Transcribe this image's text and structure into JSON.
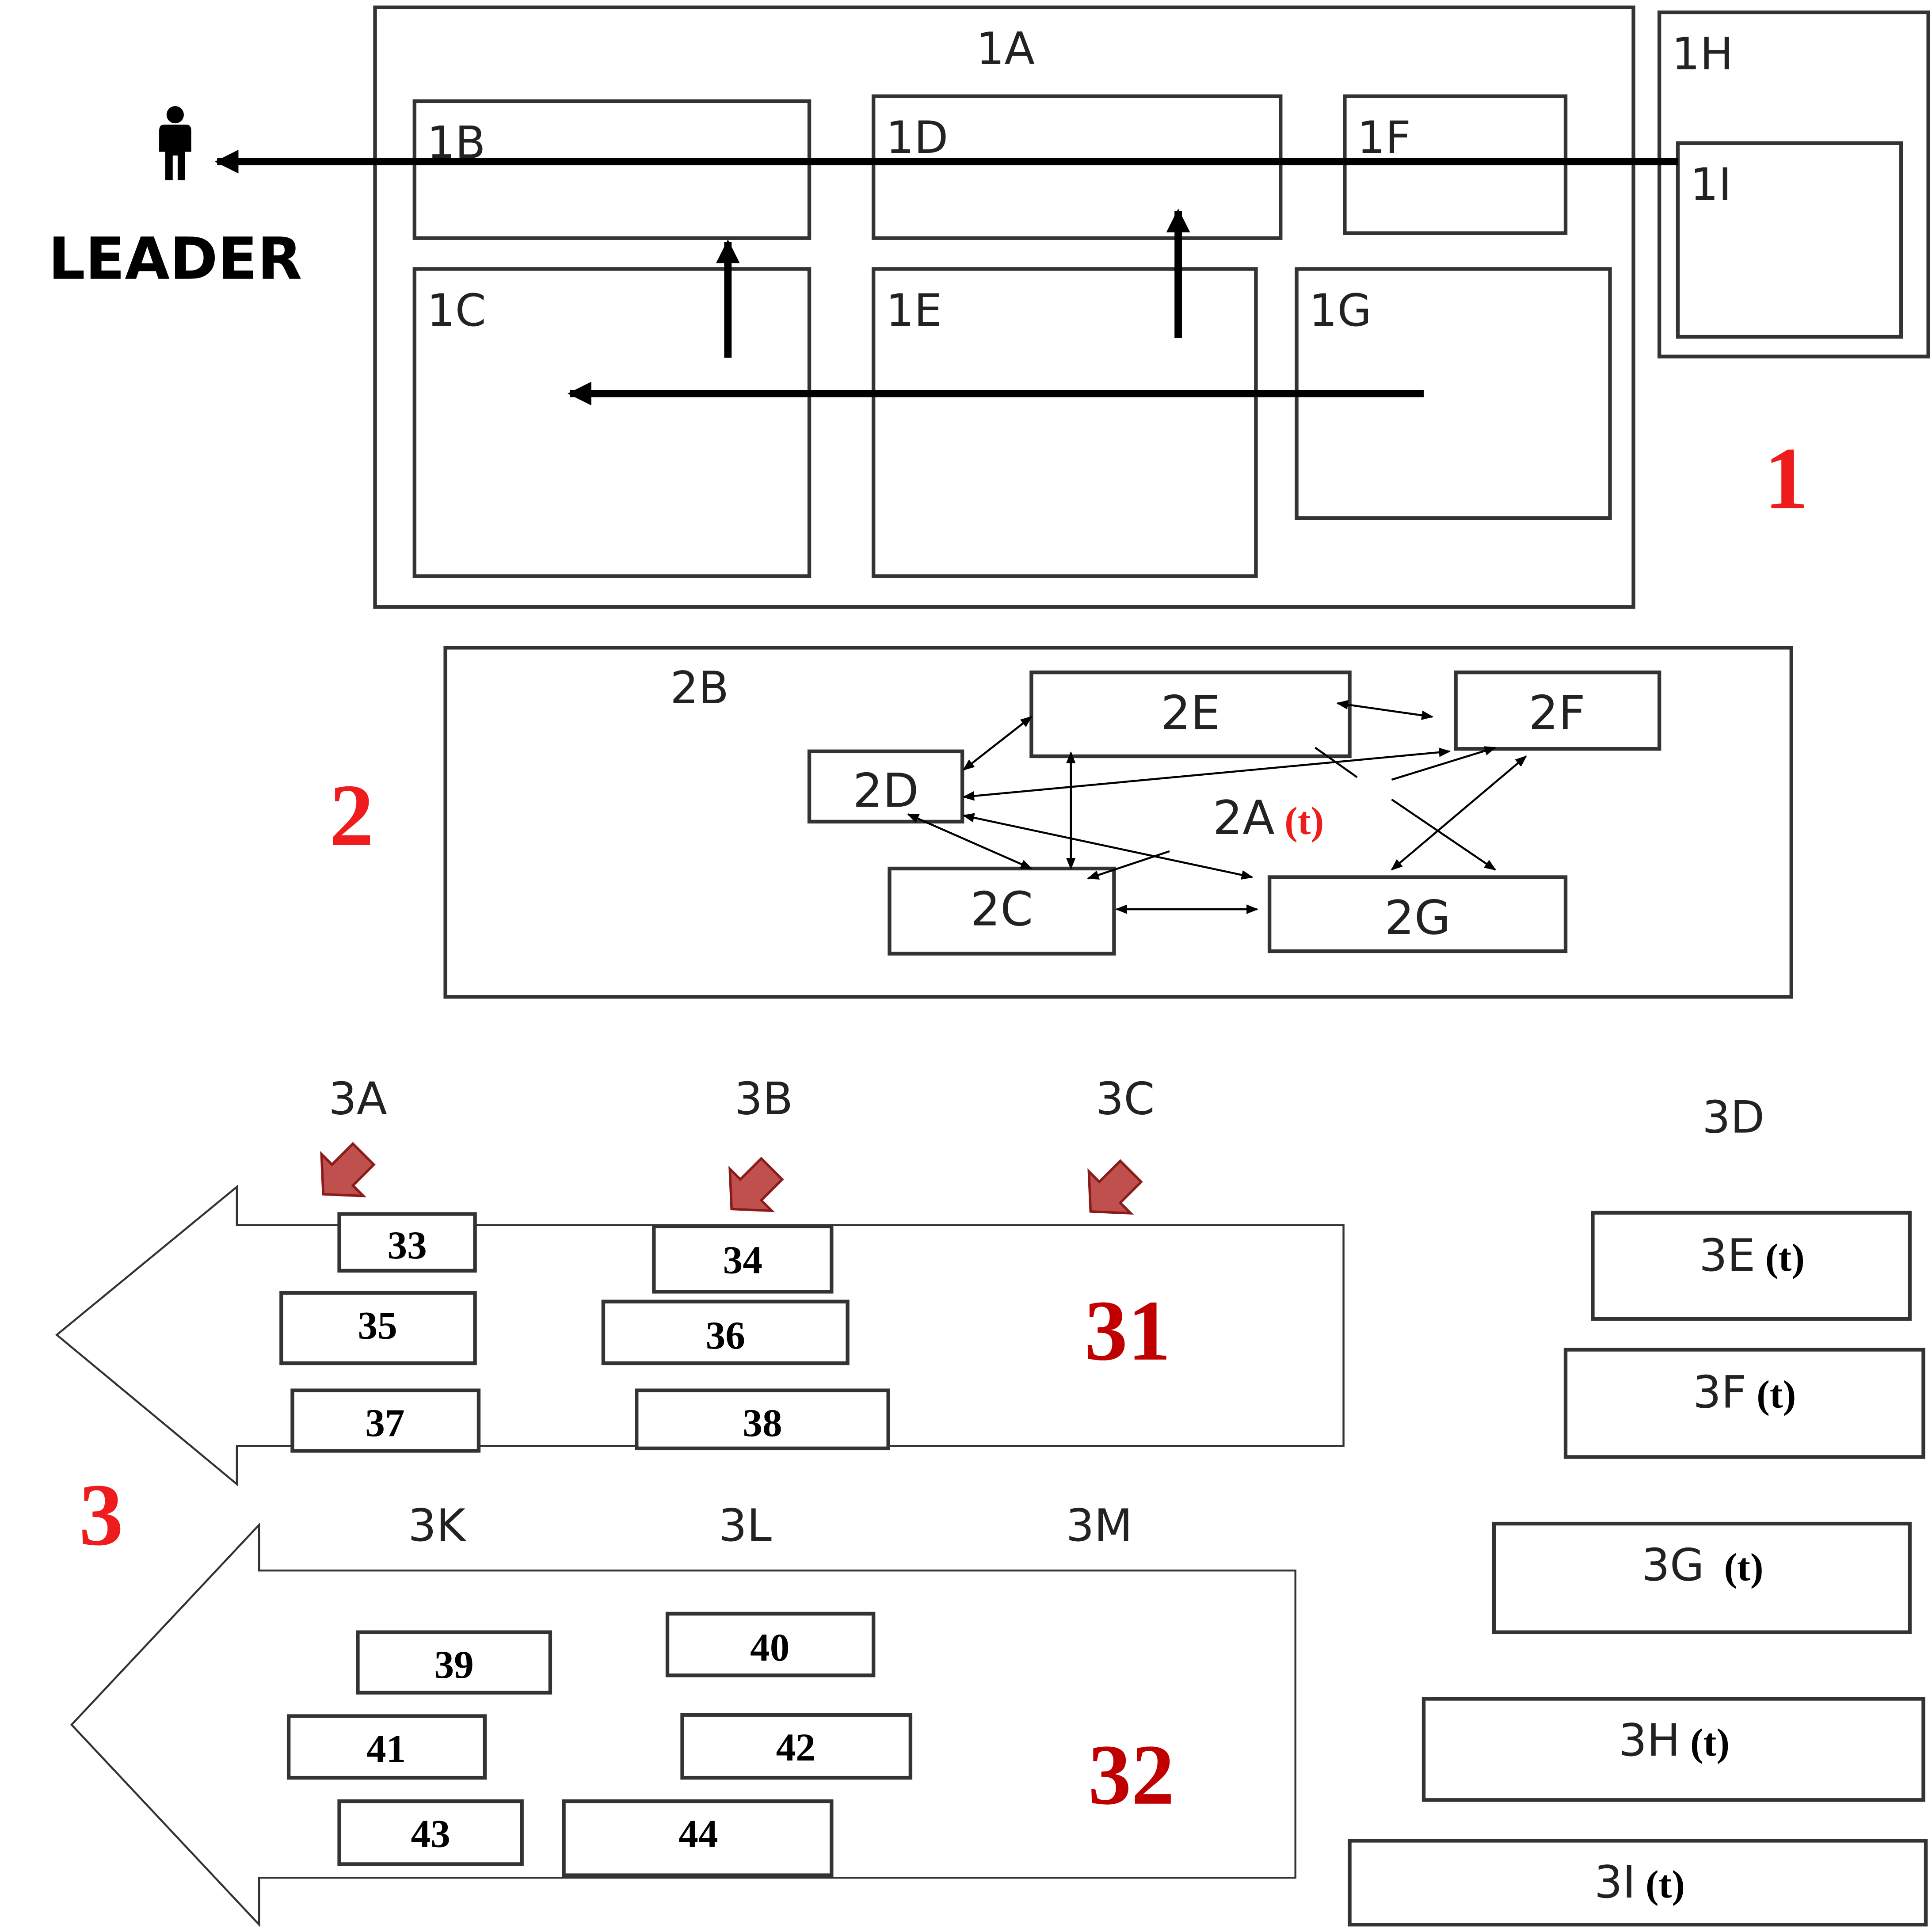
{
  "colors": {
    "accent_red": "#ee1c1c",
    "dark_red": "#c00000",
    "arrow_marker_fill": "#c0504d",
    "stroke": "#333333"
  },
  "icons": {
    "leader": "person-icon",
    "section3_markers": "down-left-arrow-icon"
  },
  "leader": {
    "label": "LEADER"
  },
  "section1": {
    "number": "1",
    "boxes": {
      "a": "1A",
      "b": "1B",
      "c": "1C",
      "d": "1D",
      "e": "1E",
      "f": "1F",
      "g": "1G",
      "h": "1H",
      "i": "1I"
    }
  },
  "section2": {
    "number": "2",
    "boxes": {
      "a": "2A",
      "a_suffix": "(t)",
      "b": "2B",
      "c": "2C",
      "d": "2D",
      "e": "2E",
      "f": "2F",
      "g": "2G"
    }
  },
  "section3": {
    "number": "3",
    "arrow1": {
      "number": "31",
      "headers": [
        "3A",
        "3B",
        "3C"
      ],
      "items": [
        "33",
        "34",
        "35",
        "36",
        "37",
        "38"
      ]
    },
    "arrow2": {
      "number": "32",
      "headers": [
        "3K",
        "3L",
        "3M"
      ],
      "items": [
        "39",
        "40",
        "41",
        "42",
        "43",
        "44"
      ]
    },
    "side": {
      "header": "3D",
      "boxes": [
        {
          "label": "3E",
          "suffix": "(t)"
        },
        {
          "label": "3F",
          "suffix": "(t)"
        },
        {
          "label": "3G",
          "suffix": "(t)"
        },
        {
          "label": "3H",
          "suffix": "(t)"
        },
        {
          "label": "3I",
          "suffix": "(t)"
        }
      ]
    }
  }
}
